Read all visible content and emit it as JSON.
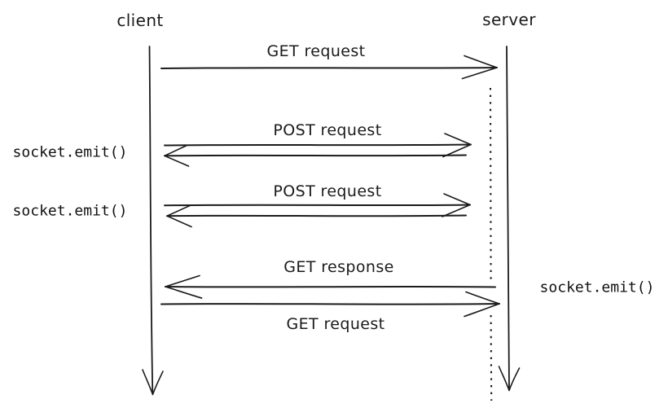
{
  "diagram": {
    "type": "sequence-diagram",
    "background_color": "#ffffff",
    "stroke_color": "#1b1b1b",
    "actors": [
      {
        "id": "client",
        "label": "client"
      },
      {
        "id": "server",
        "label": "server"
      }
    ],
    "messages": [
      {
        "label": "GET request",
        "direction": "client-to-server"
      },
      {
        "label": "POST request",
        "direction": "client-to-server-with-reply"
      },
      {
        "label": "POST request",
        "direction": "client-to-server-with-reply"
      },
      {
        "label": "GET response",
        "direction": "server-to-client"
      },
      {
        "label": "GET request",
        "direction": "client-to-server"
      }
    ],
    "annotations": [
      {
        "label": "socket.emit()",
        "side": "left",
        "attached_to": "first POST request"
      },
      {
        "label": "socket.emit()",
        "side": "left",
        "attached_to": "second POST request"
      },
      {
        "label": "socket.emit()",
        "side": "right",
        "attached_to": "GET response"
      }
    ],
    "held_connection_line_style": "dotted"
  }
}
